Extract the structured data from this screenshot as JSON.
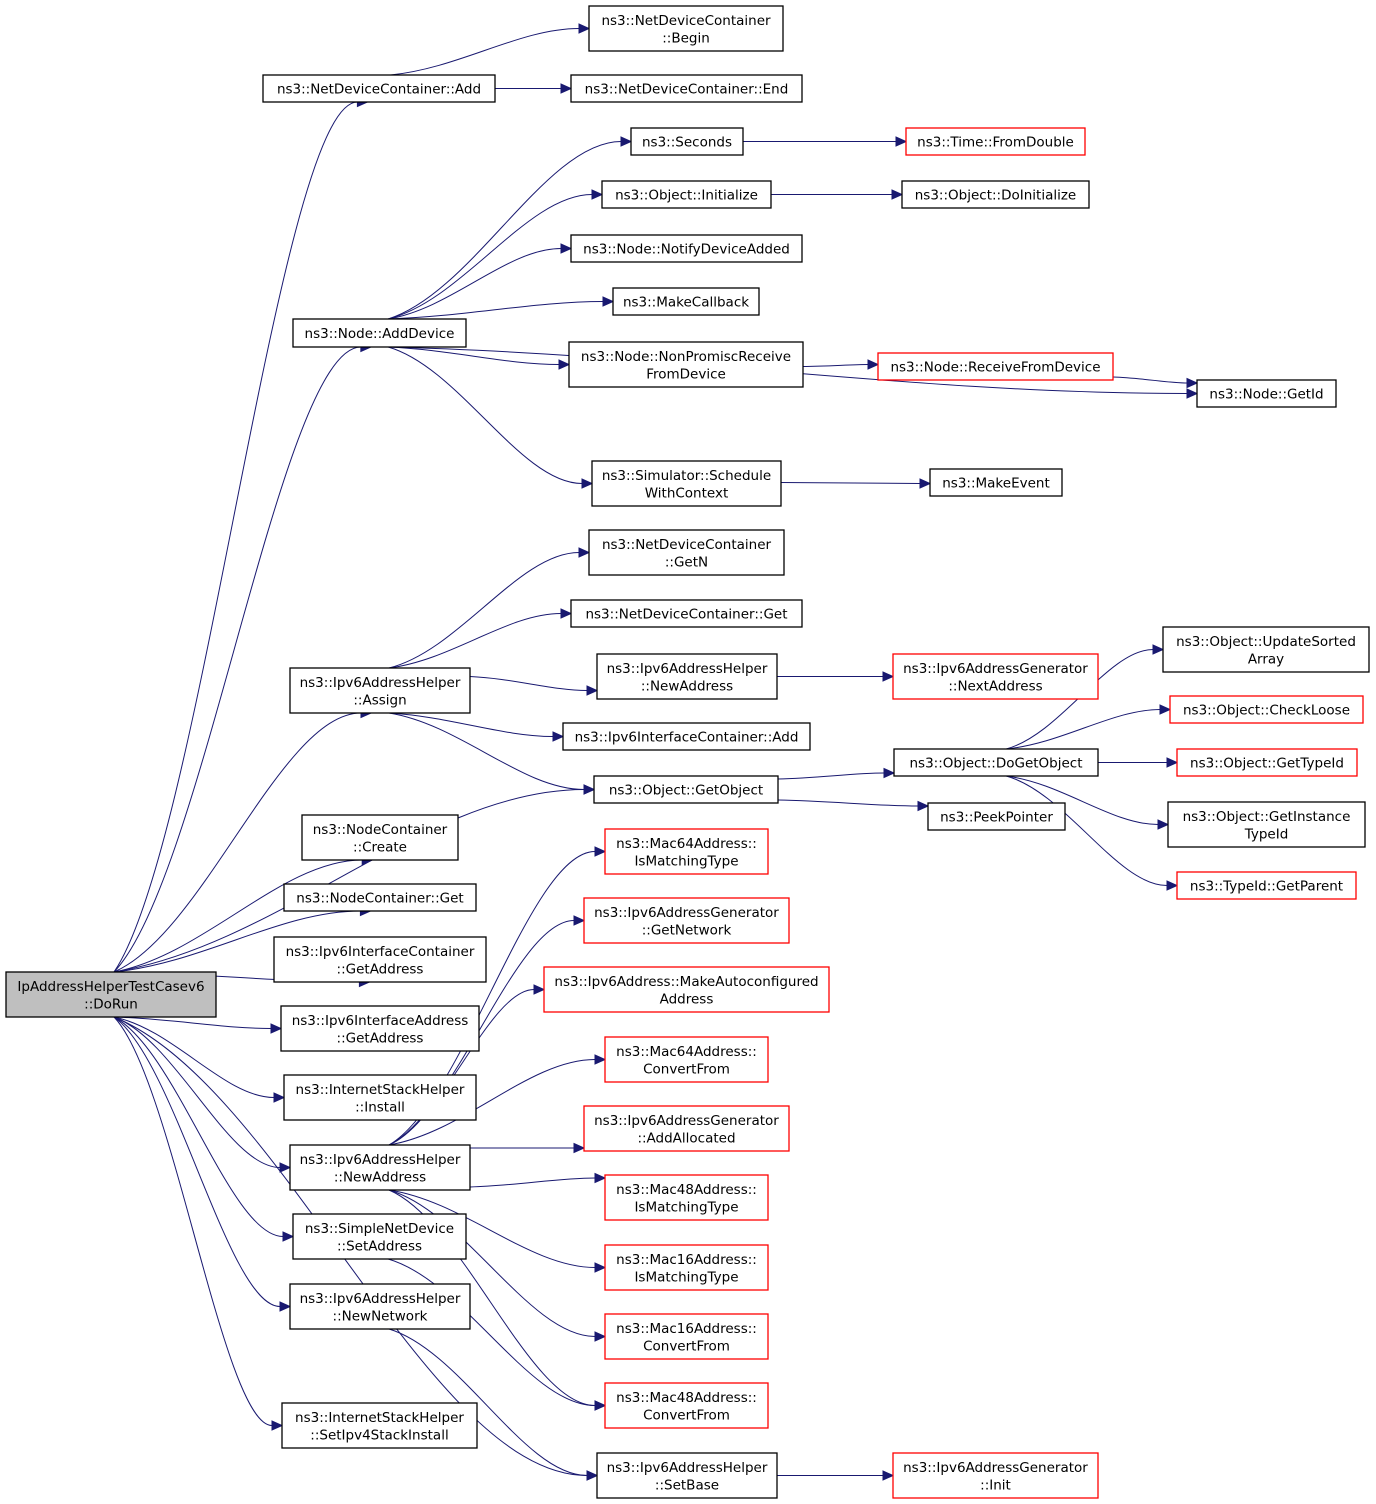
{
  "colors": {
    "edge": "#191970",
    "root_fill": "#bfbfbf",
    "normal_border": "#000000",
    "truncated_border": "#ff0000",
    "node_fill": "#ffffff"
  },
  "nodes": [
    {
      "id": "root",
      "lines": [
        "IpAddressHelperTestCasev6",
        "::DoRun"
      ],
      "kind": "root"
    },
    {
      "id": "ndc_add",
      "lines": [
        "ns3::NetDeviceContainer::Add"
      ],
      "kind": "normal"
    },
    {
      "id": "ndc_begin",
      "lines": [
        "ns3::NetDeviceContainer",
        "::Begin"
      ],
      "kind": "normal"
    },
    {
      "id": "ndc_end",
      "lines": [
        "ns3::NetDeviceContainer::End"
      ],
      "kind": "normal"
    },
    {
      "id": "seconds",
      "lines": [
        "ns3::Seconds"
      ],
      "kind": "normal"
    },
    {
      "id": "time_fromdouble",
      "lines": [
        "ns3::Time::FromDouble"
      ],
      "kind": "truncated"
    },
    {
      "id": "obj_initialize",
      "lines": [
        "ns3::Object::Initialize"
      ],
      "kind": "normal"
    },
    {
      "id": "obj_doinitialize",
      "lines": [
        "ns3::Object::DoInitialize"
      ],
      "kind": "normal"
    },
    {
      "id": "node_notify",
      "lines": [
        "ns3::Node::NotifyDeviceAdded"
      ],
      "kind": "normal"
    },
    {
      "id": "makecallback",
      "lines": [
        "ns3::MakeCallback"
      ],
      "kind": "normal"
    },
    {
      "id": "node_adddevice",
      "lines": [
        "ns3::Node::AddDevice"
      ],
      "kind": "normal"
    },
    {
      "id": "node_nonpromisc",
      "lines": [
        "ns3::Node::NonPromiscReceive",
        "FromDevice"
      ],
      "kind": "normal"
    },
    {
      "id": "node_receive",
      "lines": [
        "ns3::Node::ReceiveFromDevice"
      ],
      "kind": "truncated"
    },
    {
      "id": "node_getid",
      "lines": [
        "ns3::Node::GetId"
      ],
      "kind": "normal"
    },
    {
      "id": "sim_schedule",
      "lines": [
        "ns3::Simulator::Schedule",
        "WithContext"
      ],
      "kind": "normal"
    },
    {
      "id": "makeevent",
      "lines": [
        "ns3::MakeEvent"
      ],
      "kind": "normal"
    },
    {
      "id": "ndc_getn",
      "lines": [
        "ns3::NetDeviceContainer",
        "::GetN"
      ],
      "kind": "normal"
    },
    {
      "id": "ndc_get",
      "lines": [
        "ns3::NetDeviceContainer::Get"
      ],
      "kind": "normal"
    },
    {
      "id": "v6h_assign",
      "lines": [
        "ns3::Ipv6AddressHelper",
        "::Assign"
      ],
      "kind": "normal"
    },
    {
      "id": "v6h_newaddress_a",
      "lines": [
        "ns3::Ipv6AddressHelper",
        "::NewAddress"
      ],
      "kind": "normal"
    },
    {
      "id": "v6g_nextaddress",
      "lines": [
        "ns3::Ipv6AddressGenerator",
        "::NextAddress"
      ],
      "kind": "truncated"
    },
    {
      "id": "v6ic_add",
      "lines": [
        "ns3::Ipv6InterfaceContainer::Add"
      ],
      "kind": "normal"
    },
    {
      "id": "obj_updatesorted",
      "lines": [
        "ns3::Object::UpdateSorted",
        "Array"
      ],
      "kind": "normal"
    },
    {
      "id": "obj_checkloose",
      "lines": [
        "ns3::Object::CheckLoose"
      ],
      "kind": "truncated"
    },
    {
      "id": "obj_dogetobject",
      "lines": [
        "ns3::Object::DoGetObject"
      ],
      "kind": "normal"
    },
    {
      "id": "obj_gettypeid",
      "lines": [
        "ns3::Object::GetTypeId"
      ],
      "kind": "truncated"
    },
    {
      "id": "obj_getobject",
      "lines": [
        "ns3::Object::GetObject"
      ],
      "kind": "normal"
    },
    {
      "id": "obj_getinstance",
      "lines": [
        "ns3::Object::GetInstance",
        "TypeId"
      ],
      "kind": "normal"
    },
    {
      "id": "peekpointer",
      "lines": [
        "ns3::PeekPointer"
      ],
      "kind": "normal"
    },
    {
      "id": "typeid_getparent",
      "lines": [
        "ns3::TypeId::GetParent"
      ],
      "kind": "truncated"
    },
    {
      "id": "nc_create",
      "lines": [
        "ns3::NodeContainer",
        "::Create"
      ],
      "kind": "normal"
    },
    {
      "id": "nc_get",
      "lines": [
        "ns3::NodeContainer::Get"
      ],
      "kind": "normal"
    },
    {
      "id": "v6ic_getaddress",
      "lines": [
        "ns3::Ipv6InterfaceContainer",
        "::GetAddress"
      ],
      "kind": "normal"
    },
    {
      "id": "v6ia_getaddress",
      "lines": [
        "ns3::Ipv6InterfaceAddress",
        "::GetAddress"
      ],
      "kind": "normal"
    },
    {
      "id": "ish_install",
      "lines": [
        "ns3::InternetStackHelper",
        "::Install"
      ],
      "kind": "normal"
    },
    {
      "id": "v6h_newaddress_b",
      "lines": [
        "ns3::Ipv6AddressHelper",
        "::NewAddress"
      ],
      "kind": "normal"
    },
    {
      "id": "snd_setaddress",
      "lines": [
        "ns3::SimpleNetDevice",
        "::SetAddress"
      ],
      "kind": "normal"
    },
    {
      "id": "v6h_newnetwork",
      "lines": [
        "ns3::Ipv6AddressHelper",
        "::NewNetwork"
      ],
      "kind": "normal"
    },
    {
      "id": "ish_setipv4",
      "lines": [
        "ns3::InternetStackHelper",
        "::SetIpv4StackInstall"
      ],
      "kind": "normal"
    },
    {
      "id": "mac64_ismatching",
      "lines": [
        "ns3::Mac64Address::",
        "IsMatchingType"
      ],
      "kind": "truncated"
    },
    {
      "id": "v6g_getnetwork",
      "lines": [
        "ns3::Ipv6AddressGenerator",
        "::GetNetwork"
      ],
      "kind": "truncated"
    },
    {
      "id": "v6a_makeauto",
      "lines": [
        "ns3::Ipv6Address::MakeAutoconfigured",
        "Address"
      ],
      "kind": "truncated"
    },
    {
      "id": "mac64_convert",
      "lines": [
        "ns3::Mac64Address::",
        "ConvertFrom"
      ],
      "kind": "truncated"
    },
    {
      "id": "v6g_addallocated",
      "lines": [
        "ns3::Ipv6AddressGenerator",
        "::AddAllocated"
      ],
      "kind": "truncated"
    },
    {
      "id": "mac48_ismatching",
      "lines": [
        "ns3::Mac48Address::",
        "IsMatchingType"
      ],
      "kind": "truncated"
    },
    {
      "id": "mac16_ismatching",
      "lines": [
        "ns3::Mac16Address::",
        "IsMatchingType"
      ],
      "kind": "truncated"
    },
    {
      "id": "mac16_convert",
      "lines": [
        "ns3::Mac16Address::",
        "ConvertFrom"
      ],
      "kind": "truncated"
    },
    {
      "id": "mac48_convert",
      "lines": [
        "ns3::Mac48Address::",
        "ConvertFrom"
      ],
      "kind": "truncated"
    },
    {
      "id": "v6h_setbase",
      "lines": [
        "ns3::Ipv6AddressHelper",
        "::SetBase"
      ],
      "kind": "normal"
    },
    {
      "id": "v6g_init",
      "lines": [
        "ns3::Ipv6AddressGenerator",
        "::Init"
      ],
      "kind": "truncated"
    }
  ],
  "edges": [
    [
      "root",
      "ndc_add"
    ],
    [
      "ndc_add",
      "ndc_begin"
    ],
    [
      "ndc_add",
      "ndc_end"
    ],
    [
      "root",
      "node_adddevice"
    ],
    [
      "node_adddevice",
      "seconds"
    ],
    [
      "seconds",
      "time_fromdouble"
    ],
    [
      "node_adddevice",
      "obj_initialize"
    ],
    [
      "obj_initialize",
      "obj_doinitialize"
    ],
    [
      "node_adddevice",
      "node_notify"
    ],
    [
      "node_adddevice",
      "makecallback"
    ],
    [
      "node_adddevice",
      "node_nonpromisc"
    ],
    [
      "node_nonpromisc",
      "node_receive"
    ],
    [
      "node_receive",
      "node_getid"
    ],
    [
      "node_adddevice",
      "node_getid"
    ],
    [
      "node_adddevice",
      "sim_schedule"
    ],
    [
      "sim_schedule",
      "makeevent"
    ],
    [
      "root",
      "v6h_assign"
    ],
    [
      "v6h_assign",
      "ndc_getn"
    ],
    [
      "v6h_assign",
      "ndc_get"
    ],
    [
      "v6h_assign",
      "v6h_newaddress_a"
    ],
    [
      "v6h_newaddress_a",
      "v6g_nextaddress"
    ],
    [
      "v6h_assign",
      "v6ic_add"
    ],
    [
      "v6h_assign",
      "obj_getobject"
    ],
    [
      "root",
      "obj_getobject"
    ],
    [
      "obj_getobject",
      "obj_dogetobject"
    ],
    [
      "obj_getobject",
      "peekpointer"
    ],
    [
      "obj_dogetobject",
      "obj_updatesorted"
    ],
    [
      "obj_dogetobject",
      "obj_checkloose"
    ],
    [
      "obj_dogetobject",
      "obj_gettypeid"
    ],
    [
      "obj_dogetobject",
      "obj_getinstance"
    ],
    [
      "obj_dogetobject",
      "typeid_getparent"
    ],
    [
      "root",
      "nc_create"
    ],
    [
      "root",
      "nc_get"
    ],
    [
      "root",
      "v6ic_getaddress"
    ],
    [
      "root",
      "v6ia_getaddress"
    ],
    [
      "root",
      "ish_install"
    ],
    [
      "root",
      "v6h_newaddress_b"
    ],
    [
      "root",
      "snd_setaddress"
    ],
    [
      "root",
      "v6h_newnetwork"
    ],
    [
      "root",
      "ish_setipv4"
    ],
    [
      "root",
      "v6h_setbase"
    ],
    [
      "v6h_newaddress_b",
      "mac64_ismatching"
    ],
    [
      "v6h_newaddress_b",
      "v6g_getnetwork"
    ],
    [
      "v6h_newaddress_b",
      "v6a_makeauto"
    ],
    [
      "v6h_newaddress_b",
      "mac64_convert"
    ],
    [
      "v6h_newaddress_b",
      "v6g_addallocated"
    ],
    [
      "v6h_newaddress_b",
      "mac48_ismatching"
    ],
    [
      "v6h_newaddress_b",
      "mac16_ismatching"
    ],
    [
      "v6h_newaddress_b",
      "mac16_convert"
    ],
    [
      "v6h_newaddress_b",
      "mac48_convert"
    ],
    [
      "snd_setaddress",
      "mac48_convert"
    ],
    [
      "v6h_newnetwork",
      "v6h_setbase"
    ],
    [
      "v6h_setbase",
      "v6g_init"
    ]
  ]
}
